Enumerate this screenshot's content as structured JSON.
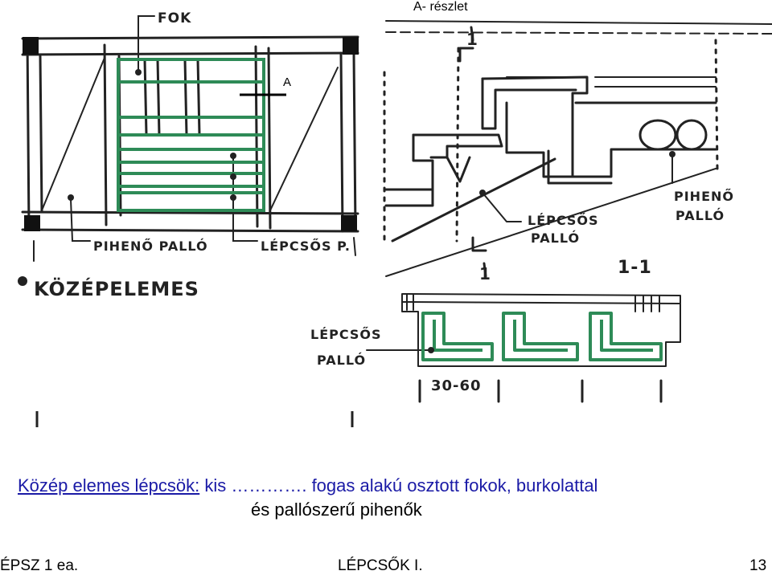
{
  "header": {
    "section_title": "A- részlet",
    "section_marker": "A"
  },
  "sketch": {
    "labels": {
      "fok": "FOK",
      "piheno_pallo_plan": "PIHENŐ PALLÓ",
      "lepcsos_p": "LÉPCSŐS P.",
      "kozepelemes": "KÖZÉPELEMES",
      "cut_number_top": "1",
      "cut_number_bottom": "1",
      "section_name": "1-1",
      "piheno_line1": "PIHENŐ",
      "piheno_line2": "PALLÓ",
      "lepcsos_line1": "LÉPCSŐS",
      "lepcsos_line2": "PALLÓ",
      "lepcsos2_line1": "LÉPCSŐS",
      "lepcsos2_line2": "PALLÓ",
      "dimension": "30-60"
    },
    "colors": {
      "ink": "#222222",
      "green": "#2e8b57"
    }
  },
  "caption": {
    "underlined": "Közép elemes lépcsök:",
    "line1_rest": " kis …………. fogas alakú osztott fokok, burkolattal",
    "line2": "és  pallószerű pihenők"
  },
  "footer": {
    "left": "ÉPSZ 1 ea.",
    "center": "LÉPCSŐK I.",
    "page": "13"
  }
}
